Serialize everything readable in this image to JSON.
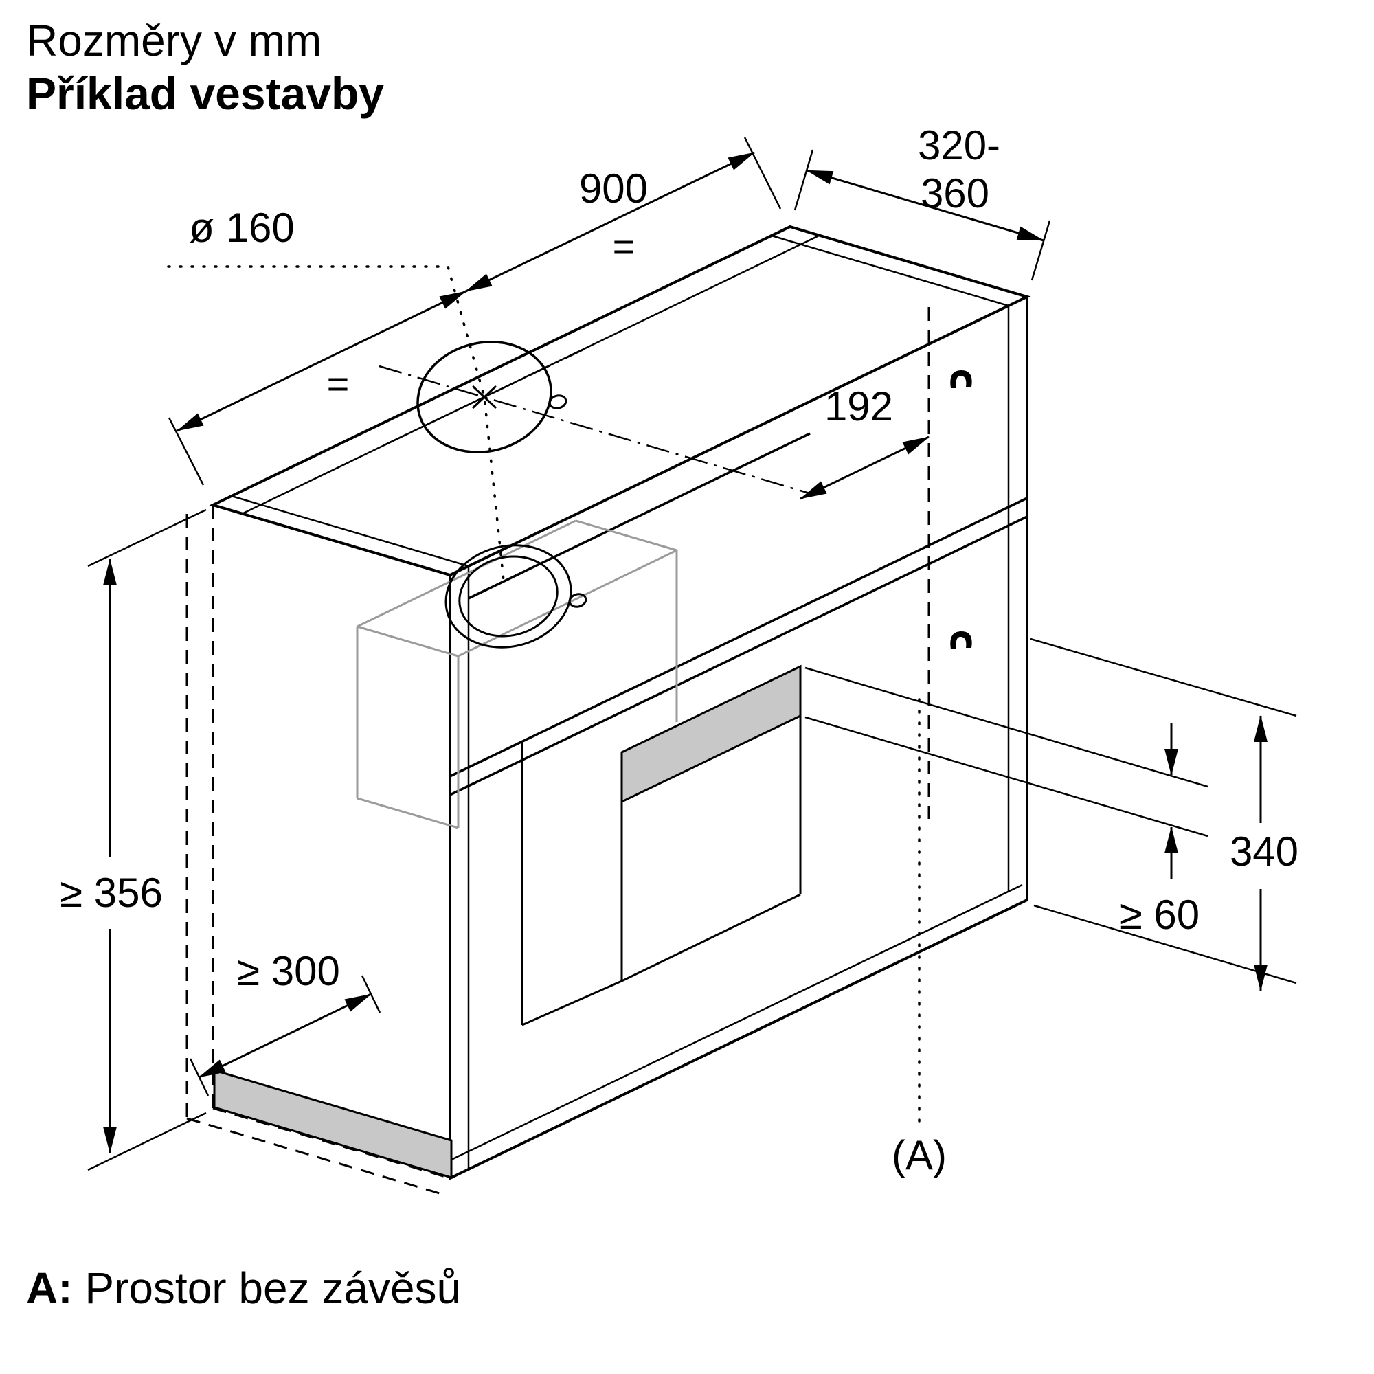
{
  "header": {
    "line1": "Rozměry v mm",
    "line2": "Příklad vestavby"
  },
  "diagram": {
    "dims": {
      "width": "900",
      "depth_top": "320-",
      "depth_bottom": "360",
      "duct_diameter": "ø 160",
      "hole_to_wall": "192",
      "niche_height": "≥ 356",
      "front_clearance": "≥ 300",
      "body_height": "340",
      "bottom_clearance": "≥ 60",
      "area_label": "(A)",
      "equal_left": "=",
      "equal_right": "="
    },
    "colors": {
      "line": "#000000",
      "shaded": "#c8c8c8",
      "light_line": "#9b9b9b"
    }
  },
  "footer": {
    "label": "A:",
    "text": "Prostor bez závěsů"
  }
}
